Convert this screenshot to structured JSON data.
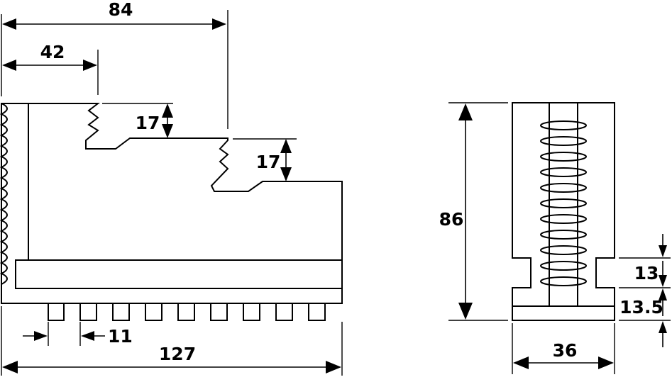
{
  "dimensions": {
    "width_84": "84",
    "width_42": "42",
    "step_17_upper": "17",
    "step_17_lower": "17",
    "tooth_11": "11",
    "length_127": "127",
    "height_86": "86",
    "height_13": "13",
    "height_13_5": "13.5",
    "width_36": "36"
  }
}
